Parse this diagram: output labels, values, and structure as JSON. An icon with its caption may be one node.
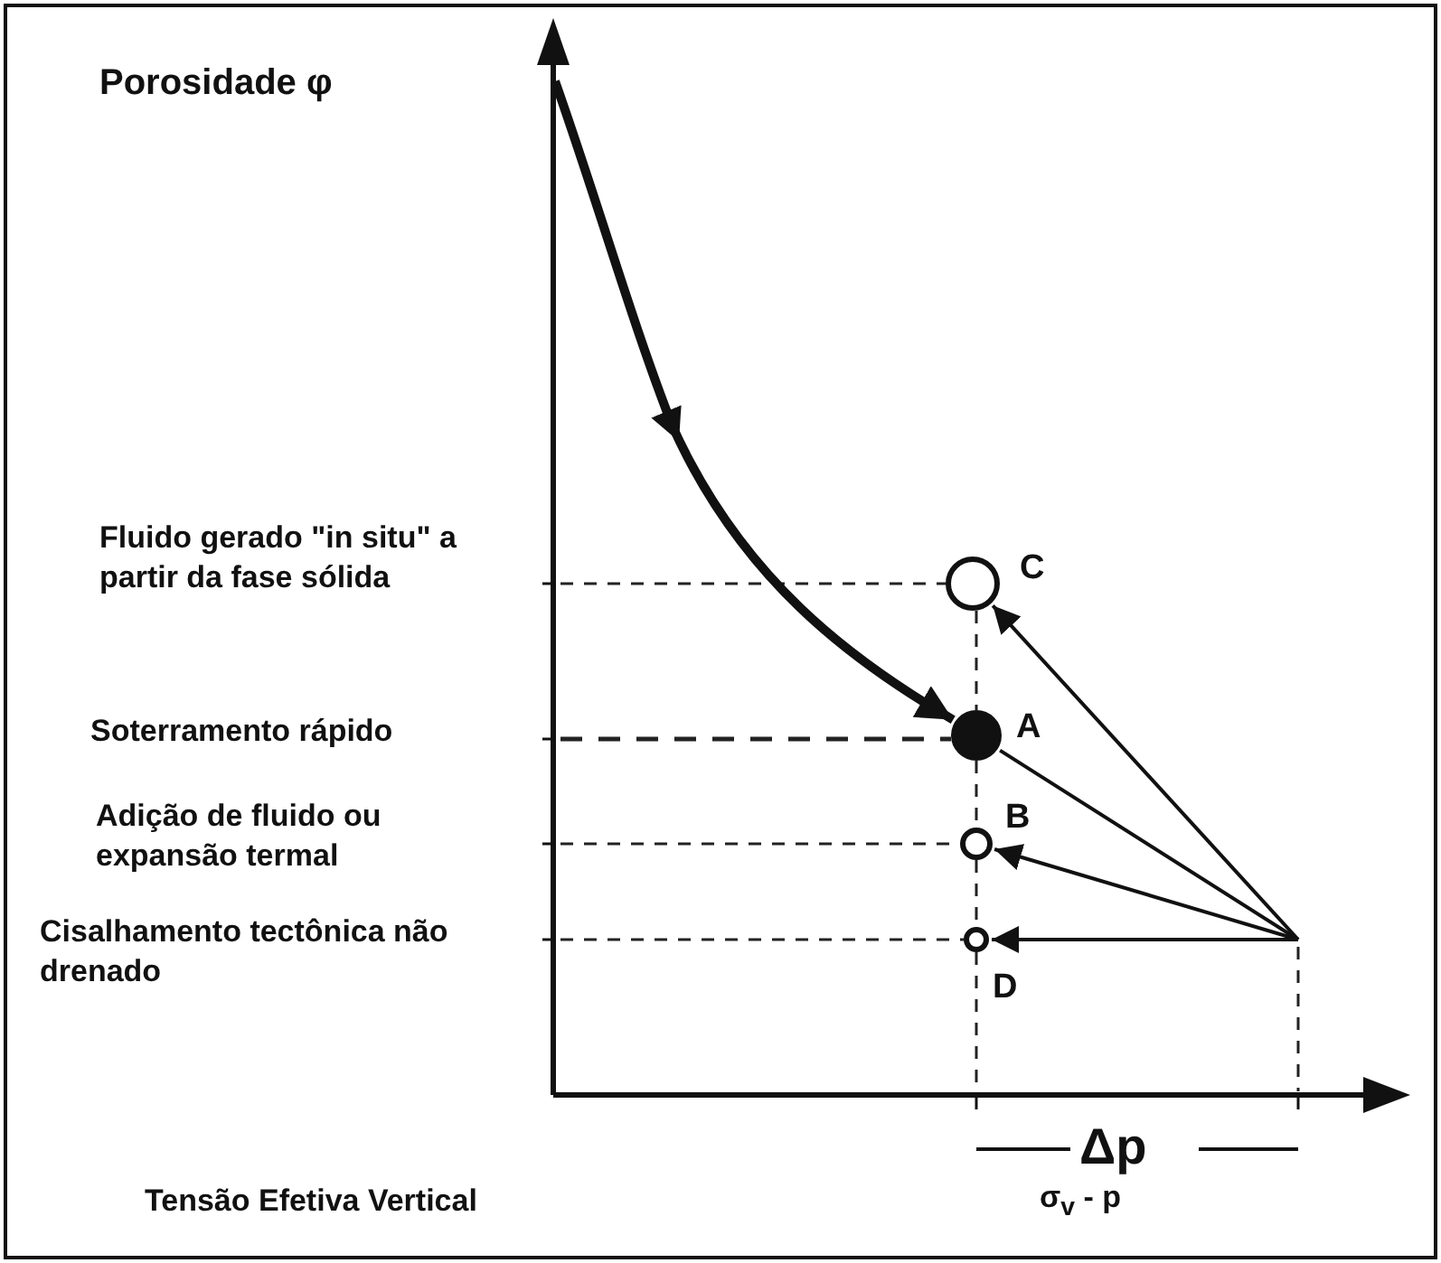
{
  "diagram": {
    "nodes": [
      {
        "text": [],
        "shape": "circle",
        "beside": [
          "C"
        ]
      },
      {
        "text": [],
        "shape": "circle",
        "beside": [
          "A"
        ]
      },
      {
        "text": [],
        "shape": "circle",
        "beside": [
          "B"
        ]
      },
      {
        "text": [],
        "shape": "circle",
        "beside": [
          "D"
        ]
      }
    ],
    "edges": [
      {
        "from": null,
        "to": 1,
        "arrow": "to",
        "style": "thick"
      },
      {
        "from": null,
        "to": 0,
        "arrow": "to"
      },
      {
        "from": null,
        "to": 1,
        "arrow": "none"
      },
      {
        "from": null,
        "to": 2,
        "arrow": "to"
      },
      {
        "from": null,
        "to": 3,
        "arrow": "to"
      }
    ],
    "labels": [
      "Porosidade φ",
      "Fluido gerado \"in situ\" a partir da fase sólida",
      "Soterramento rápido",
      "Adição de fluido ou expansão termal",
      "Cisalhamento tectônica não drenado",
      "Δp",
      "Tensão Efetiva Vertical",
      "σ$_{v}$ - p"
    ]
  }
}
